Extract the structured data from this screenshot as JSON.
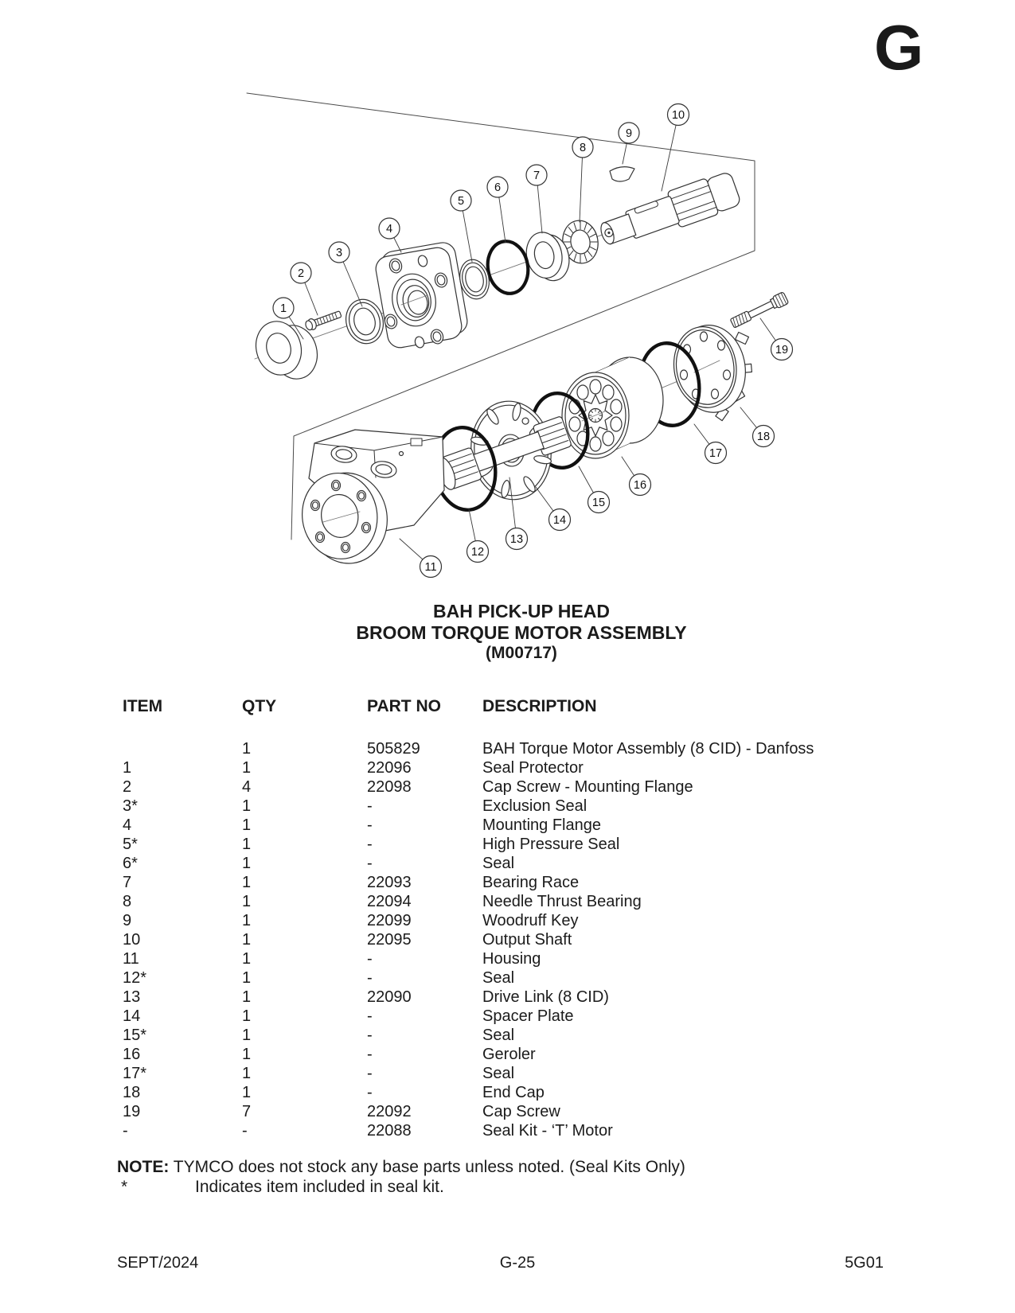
{
  "page": {
    "section_letter": "G"
  },
  "diagram": {
    "callouts": [
      "1",
      "2",
      "3",
      "4",
      "5",
      "6",
      "7",
      "8",
      "9",
      "10",
      "11",
      "12",
      "13",
      "14",
      "15",
      "16",
      "17",
      "18",
      "19"
    ]
  },
  "title": {
    "line1": "BAH PICK-UP HEAD",
    "line2": "BROOM TORQUE MOTOR ASSEMBLY",
    "line3": "(M00717)"
  },
  "table": {
    "headers": {
      "item": "ITEM",
      "qty": "QTY",
      "part": "PART NO",
      "desc": "DESCRIPTION"
    },
    "rows": [
      {
        "item": "",
        "qty": "1",
        "part": "505829",
        "desc": "BAH Torque Motor Assembly (8 CID) - Danfoss"
      },
      {
        "item": "1",
        "qty": "1",
        "part": "22096",
        "desc": "Seal Protector"
      },
      {
        "item": "2",
        "qty": "4",
        "part": "22098",
        "desc": "Cap Screw - Mounting Flange"
      },
      {
        "item": "3*",
        "qty": "1",
        "part": "-",
        "desc": "Exclusion Seal"
      },
      {
        "item": "4",
        "qty": "1",
        "part": "-",
        "desc": "Mounting Flange"
      },
      {
        "item": "5*",
        "qty": "1",
        "part": "-",
        "desc": "High Pressure Seal"
      },
      {
        "item": "6*",
        "qty": "1",
        "part": "-",
        "desc": "Seal"
      },
      {
        "item": "7",
        "qty": "1",
        "part": "22093",
        "desc": "Bearing Race"
      },
      {
        "item": "8",
        "qty": "1",
        "part": "22094",
        "desc": "Needle Thrust Bearing"
      },
      {
        "item": "9",
        "qty": "1",
        "part": "22099",
        "desc": "Woodruff Key"
      },
      {
        "item": "10",
        "qty": "1",
        "part": "22095",
        "desc": "Output Shaft"
      },
      {
        "item": "11",
        "qty": "1",
        "part": "-",
        "desc": "Housing"
      },
      {
        "item": "12*",
        "qty": "1",
        "part": "-",
        "desc": "Seal"
      },
      {
        "item": "13",
        "qty": "1",
        "part": "22090",
        "desc": "Drive Link (8 CID)"
      },
      {
        "item": "14",
        "qty": "1",
        "part": "-",
        "desc": "Spacer Plate"
      },
      {
        "item": "15*",
        "qty": "1",
        "part": "-",
        "desc": "Seal"
      },
      {
        "item": "16",
        "qty": "1",
        "part": "-",
        "desc": "Geroler"
      },
      {
        "item": "17*",
        "qty": "1",
        "part": "-",
        "desc": "Seal"
      },
      {
        "item": "18",
        "qty": "1",
        "part": "-",
        "desc": "End Cap"
      },
      {
        "item": "19",
        "qty": "7",
        "part": "22092",
        "desc": "Cap Screw"
      },
      {
        "item": "-",
        "qty": "-",
        "part": "22088",
        "desc": "Seal Kit - ‘T’ Motor"
      }
    ]
  },
  "note": {
    "label": "NOTE:",
    "text": "TYMCO does not stock any base parts unless noted. (Seal Kits Only)",
    "asterisk": "*",
    "asterisk_text": "Indicates item included in seal kit."
  },
  "footer": {
    "left": "SEPT/2024",
    "center": "G-25",
    "right": "5G01"
  }
}
